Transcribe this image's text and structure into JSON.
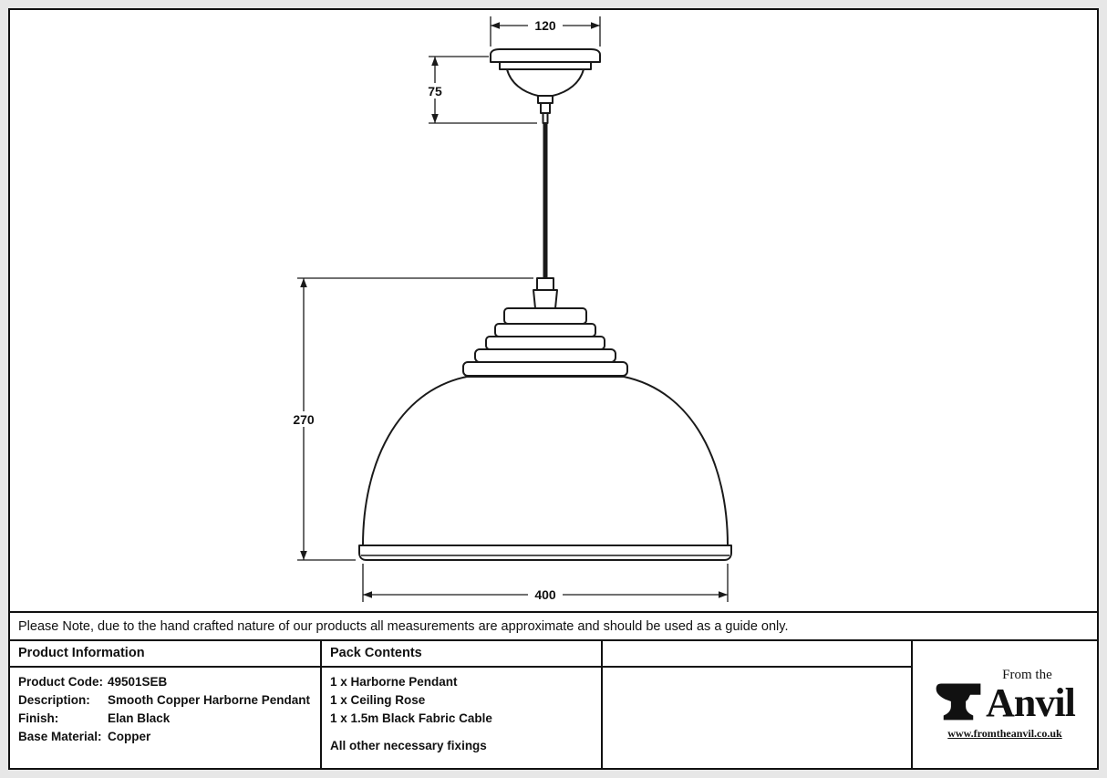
{
  "drawing": {
    "dims": {
      "rose_width": "120",
      "rose_height": "75",
      "pendant_height": "270",
      "shade_width": "400"
    }
  },
  "note": "Please Note, due to the hand crafted nature of our products all measurements are approximate and should be used as a guide only.",
  "product_info": {
    "header": "Product Information",
    "rows": [
      {
        "label": "Product Code:",
        "value": "49501SEB"
      },
      {
        "label": "Description:",
        "value": "Smooth Copper Harborne Pendant"
      },
      {
        "label": "Finish:",
        "value": "Elan Black"
      },
      {
        "label": "Base Material:",
        "value": "Copper"
      }
    ]
  },
  "pack_contents": {
    "header": "Pack Contents",
    "items": [
      "1 x Harborne Pendant",
      "1 x Ceiling Rose",
      "1 x 1.5m Black Fabric Cable"
    ],
    "footer": "All other necessary fixings"
  },
  "logo": {
    "tagline": "From the",
    "name": "Anvil",
    "url": "www.fromtheanvil.co.uk"
  },
  "colors": {
    "line": "#1a1a1a",
    "page_bg": "#ffffff",
    "outer_bg": "#e7e7e7"
  }
}
